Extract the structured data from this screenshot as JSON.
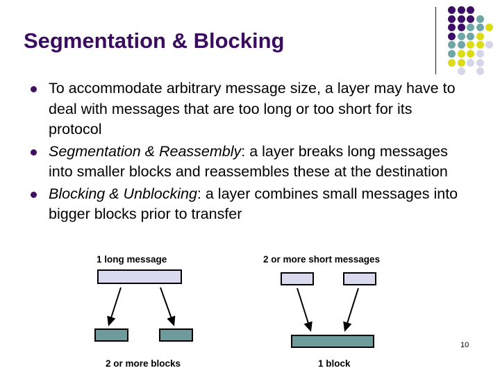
{
  "slide": {
    "title": "Segmentation & Blocking",
    "number": "10"
  },
  "logo": {
    "name": "dot-grid-logo",
    "colors": {
      "purple": "#3D0E68",
      "teal": "#6FA6A6",
      "yellow": "#DBDB16",
      "lavender": "#D5D6E8"
    },
    "dots": [
      {
        "col": 0,
        "row": 0,
        "color": "#3D0E68"
      },
      {
        "col": 1,
        "row": 0,
        "color": "#3D0E68"
      },
      {
        "col": 2,
        "row": 0,
        "color": "#3D0E68"
      },
      {
        "col": 0,
        "row": 1,
        "color": "#3D0E68"
      },
      {
        "col": 1,
        "row": 1,
        "color": "#3D0E68"
      },
      {
        "col": 2,
        "row": 1,
        "color": "#3D0E68"
      },
      {
        "col": 3,
        "row": 1,
        "color": "#6FA6A6"
      },
      {
        "col": 0,
        "row": 2,
        "color": "#3D0E68"
      },
      {
        "col": 1,
        "row": 2,
        "color": "#3D0E68"
      },
      {
        "col": 2,
        "row": 2,
        "color": "#6FA6A6"
      },
      {
        "col": 3,
        "row": 2,
        "color": "#6FA6A6"
      },
      {
        "col": 4,
        "row": 2,
        "color": "#DBDB16"
      },
      {
        "col": 0,
        "row": 3,
        "color": "#3D0E68"
      },
      {
        "col": 1,
        "row": 3,
        "color": "#6FA6A6"
      },
      {
        "col": 2,
        "row": 3,
        "color": "#6FA6A6"
      },
      {
        "col": 3,
        "row": 3,
        "color": "#DBDB16"
      },
      {
        "col": 0,
        "row": 4,
        "color": "#6FA6A6"
      },
      {
        "col": 1,
        "row": 4,
        "color": "#6FA6A6"
      },
      {
        "col": 2,
        "row": 4,
        "color": "#DBDB16"
      },
      {
        "col": 3,
        "row": 4,
        "color": "#DBDB16"
      },
      {
        "col": 4,
        "row": 4,
        "color": "#D5D6E8"
      },
      {
        "col": 0,
        "row": 5,
        "color": "#6FA6A6"
      },
      {
        "col": 1,
        "row": 5,
        "color": "#DBDB16"
      },
      {
        "col": 2,
        "row": 5,
        "color": "#DBDB16"
      },
      {
        "col": 3,
        "row": 5,
        "color": "#D5D6E8"
      },
      {
        "col": 0,
        "row": 6,
        "color": "#DBDB16"
      },
      {
        "col": 1,
        "row": 6,
        "color": "#DBDB16"
      },
      {
        "col": 2,
        "row": 6,
        "color": "#D5D6E8"
      },
      {
        "col": 3,
        "row": 6,
        "color": "#D5D6E8"
      },
      {
        "col": 1,
        "row": 7,
        "color": "#D5D6E8"
      },
      {
        "col": 3,
        "row": 7,
        "color": "#D5D6E8"
      }
    ]
  },
  "bullets": [
    {
      "lead": "",
      "body": "To accommodate arbitrary message size, a layer may have to deal with messages that are too long or too short for its protocol"
    },
    {
      "lead": "Segmentation & Reassembly",
      "body": ":  a layer breaks long messages into smaller blocks and reassembles these at the destination"
    },
    {
      "lead": "Blocking & Unblocking",
      "body": ":  a layer combines small messages into bigger blocks prior to transfer"
    }
  ],
  "diagram": {
    "left": {
      "top_label": "1 long message",
      "bottom_label": "2 or more blocks"
    },
    "right": {
      "top_label": "2 or more short messages",
      "bottom_label": "1 block"
    },
    "colors": {
      "message_fill": "#D9DAEE",
      "block_fill": "#6E9B9B",
      "stroke": "#000000"
    }
  }
}
